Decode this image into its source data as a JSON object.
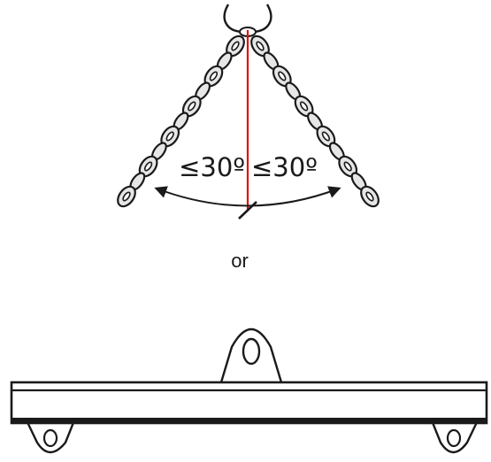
{
  "diagram": {
    "angle_label_left": "≤30º",
    "angle_label_right": "≤30º",
    "separator_text": "or",
    "colors": {
      "line": "#1a1a1a",
      "chain_fill": "#e6e6e6",
      "chain_hole": "#ffffff",
      "centre_line": "#e01010"
    },
    "elements": [
      "two-leg-chain-sling",
      "vertical-centre-line",
      "angle-arc-arrow",
      "spreader-beam"
    ]
  }
}
